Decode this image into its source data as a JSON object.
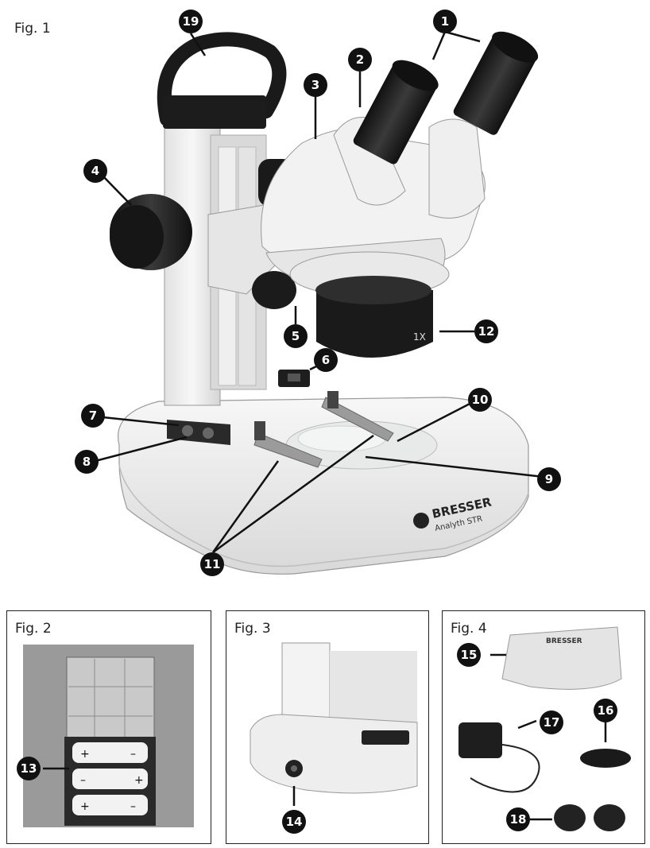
{
  "figures": {
    "fig1": "Fig. 1",
    "fig2": "Fig. 2",
    "fig3": "Fig. 3",
    "fig4": "Fig. 4"
  },
  "callouts": {
    "c1": "1",
    "c2": "2",
    "c3": "3",
    "c4": "4",
    "c5": "5",
    "c6": "6",
    "c7": "7",
    "c8": "8",
    "c9": "9",
    "c10": "10",
    "c11": "11",
    "c12": "12",
    "c13": "13",
    "c14": "14",
    "c15": "15",
    "c16": "16",
    "c17": "17",
    "c18": "18",
    "c19": "19"
  },
  "product": {
    "brand": "BRESSER",
    "model": "Analyth STR",
    "objective_marking": "1X"
  },
  "colors": {
    "body": "#eeeeee",
    "dark": "#1a1a1a",
    "background_panel": "#9a9a9a"
  }
}
